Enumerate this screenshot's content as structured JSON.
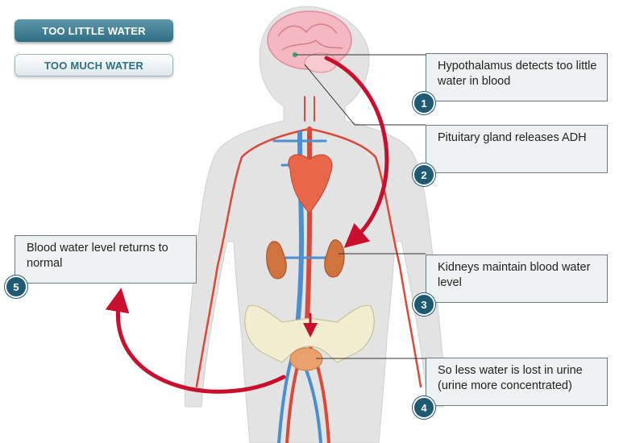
{
  "tabs": {
    "too_little": "TOO LITTLE WATER",
    "too_much": "TOO MUCH WATER"
  },
  "steps": [
    {
      "number": "1",
      "text": "Hypothalamus detects too little water in blood"
    },
    {
      "number": "2",
      "text": "Pituitary gland releases ADH"
    },
    {
      "number": "3",
      "text": "Kidneys maintain blood water level"
    },
    {
      "number": "4",
      "text": "So less water is lost in urine (urine more concentrated)"
    },
    {
      "number": "5",
      "text": "Blood water level returns to normal"
    }
  ],
  "colors": {
    "artery": "#d94a3a",
    "vein": "#4a8fd0",
    "arrow": "#c8102e",
    "badge": "#1f5a73",
    "tab_active": "#2f6e84"
  }
}
